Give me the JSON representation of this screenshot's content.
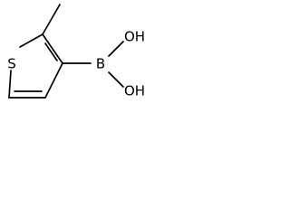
{
  "molecule": {
    "atoms": {
      "sulfur": "S",
      "boron": "B",
      "hydroxyl_upper": "OH",
      "hydroxyl_lower": "OH"
    }
  }
}
